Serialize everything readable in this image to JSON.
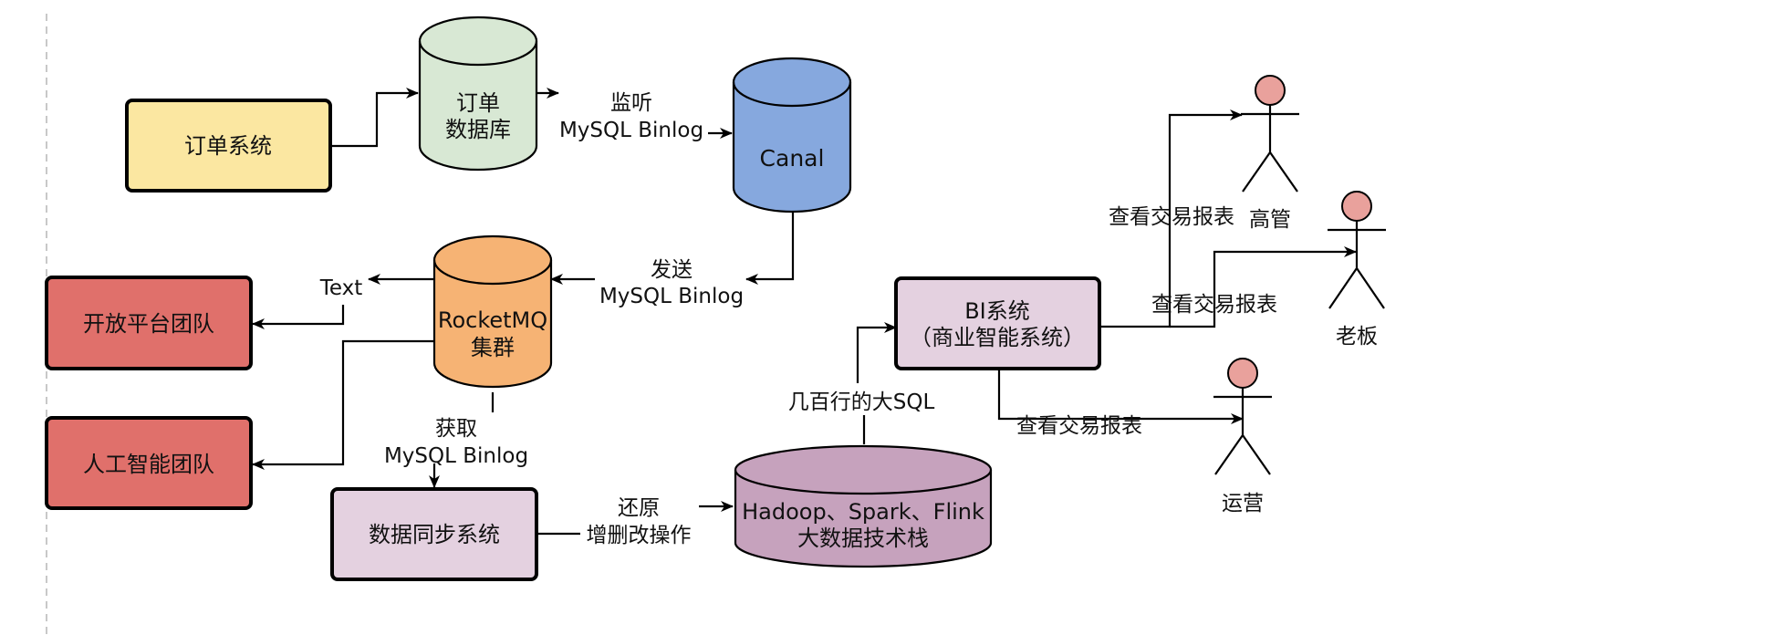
{
  "colors": {
    "yellow_box": "#fbe7a1",
    "green_cylinder": "#d8e8d4",
    "blue_cylinder": "#86a8de",
    "orange_cylinder": "#f6b374",
    "red_box": "#e0706b",
    "purple_box": "#e4d1e0",
    "purple_cylinder": "#c6a2bd",
    "actor_head": "#e9a19c"
  },
  "nodes": {
    "order_system": "订单系统",
    "order_db": [
      "订单",
      "数据库"
    ],
    "canal": "Canal",
    "rocketmq": [
      "RocketMQ",
      "集群"
    ],
    "open_platform": "开放平台团队",
    "ai_team": "人工智能团队",
    "data_sync": "数据同步系统",
    "bigdata": [
      "Hadoop、Spark、Flink",
      "大数据技术栈"
    ],
    "bi_system": [
      "BI系统",
      "（商业智能系统）"
    ]
  },
  "actors": {
    "executive": "高管",
    "boss": "老板",
    "operations": "运营"
  },
  "edge_labels": {
    "listen": [
      "监听",
      "MySQL Binlog"
    ],
    "send": [
      "发送",
      "MySQL Binlog"
    ],
    "text": "Text",
    "fetch": [
      "获取",
      "MySQL Binlog"
    ],
    "restore": [
      "还原",
      "增删改操作"
    ],
    "sql": "几百行的大SQL",
    "report_exec": "查看交易报表",
    "report_boss": "查看交易报表",
    "report_ops": "查看交易报表"
  }
}
